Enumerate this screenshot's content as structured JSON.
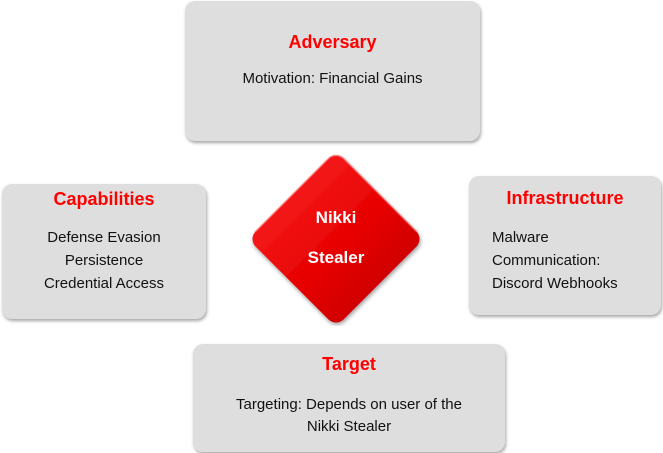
{
  "adversary": {
    "title": "Adversary",
    "lines": [
      "Motivation: Financial Gains"
    ]
  },
  "capabilities": {
    "title": "Capabilities",
    "lines": [
      "Defense Evasion",
      "Persistence",
      "Credential Access"
    ]
  },
  "infrastructure": {
    "title": "Infrastructure",
    "lines": [
      "Malware",
      "Communication:",
      "Discord Webhooks"
    ]
  },
  "target": {
    "title": "Target",
    "lines": [
      "Targeting: Depends on user of the",
      "Nikki Stealer"
    ]
  },
  "center": {
    "lines": [
      "Nikki",
      "Stealer"
    ]
  },
  "colors": {
    "title_red": "#ff0000",
    "diamond_red": "#e60000",
    "box_gray": "#dedede"
  }
}
